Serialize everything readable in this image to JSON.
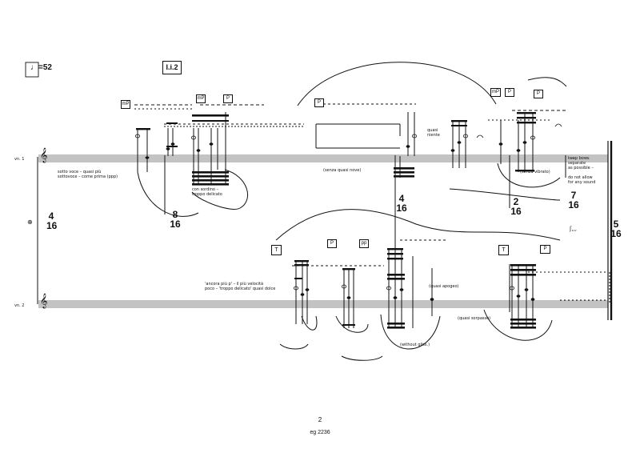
{
  "score": {
    "tempo_marking": "♩=52",
    "section_marking": "I.i.2",
    "page_number": "2",
    "catalog_number": "eg 2236"
  },
  "staves": {
    "violin1": "vn. 1",
    "violin2": "vn. 2",
    "circle_mark": "⊕"
  },
  "time_signatures": [
    {
      "num": "4",
      "den": "16"
    },
    {
      "num": "8",
      "den": "16"
    },
    {
      "num": "4",
      "den": "16"
    },
    {
      "num": "2",
      "den": "16"
    },
    {
      "num": "7",
      "den": "16"
    },
    {
      "num": "5",
      "den": "16"
    }
  ],
  "dynamics": {
    "mp": "mP",
    "p": "P",
    "pp": "pp",
    "t_box": "T"
  },
  "annotations": {
    "vn1_left_1": "sotto voce – quasi più",
    "vn1_left_2": "sottovoce – come prima (ppp)",
    "con_sordino": "con sordino –",
    "con_sordino_2": "troppo delicato",
    "senza_quasi_nove": "(senza quasi nove)",
    "quasi_niente": "quasi niente",
    "senza_vibrato": "(senza vibrato)",
    "vn1_right_1": "keep bows separate",
    "vn1_right_2": "as possible –",
    "vn1_right_3": "do not allow",
    "vn1_right_4": "for any sound",
    "vn2_left_1": "'ancora più p' – il più velocità",
    "vn2_left_2": "poco – 'troppo delicato' quasi dolce",
    "quasi_apogee": "(quasi apogeo)",
    "quasi_sorpass": "(quasi sorpasso)",
    "without_gliss": "(without gliss.)",
    "dots": "ʃ,,,"
  }
}
